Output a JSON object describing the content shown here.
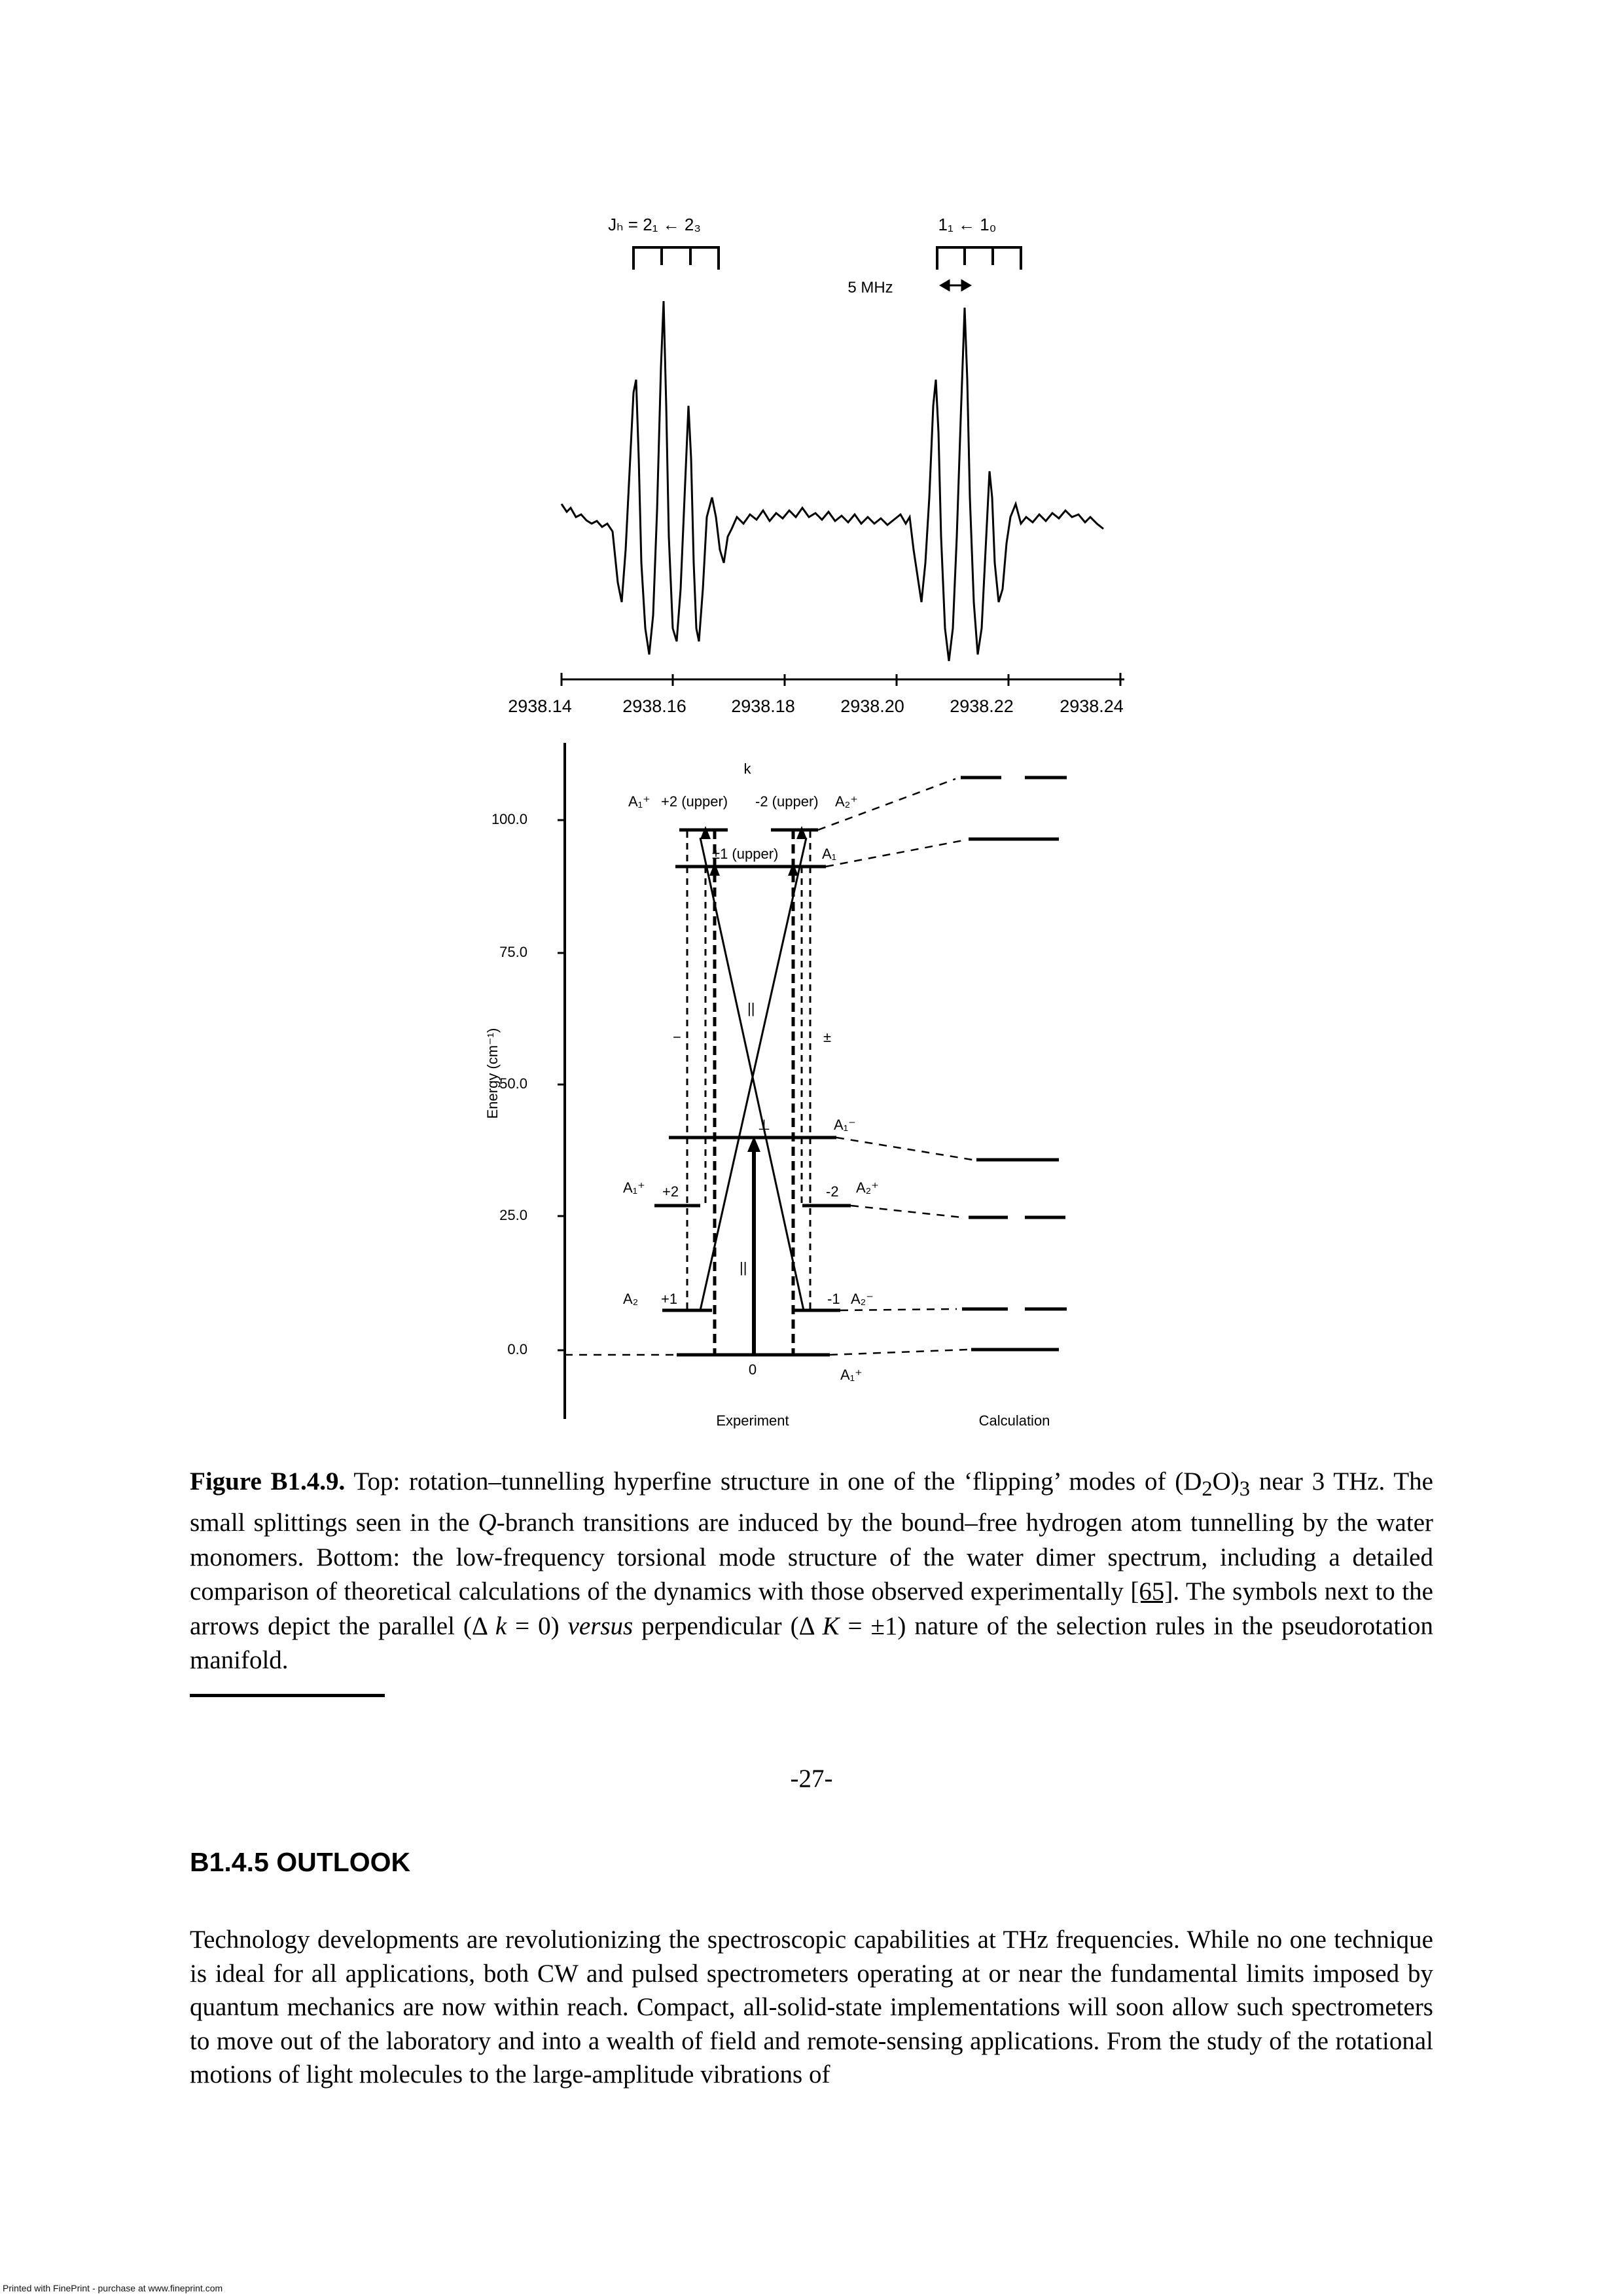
{
  "figure": {
    "top_panel": {
      "left_label": "Jₕ = 2₁ ← 2₃",
      "right_label": "1₁ ← 1₀",
      "scale_label": "5 MHz",
      "ticks": [
        "2938.14",
        "2938.16",
        "2938.18",
        "2938.20",
        "2938.22",
        "2938.24"
      ]
    },
    "bottom_panel": {
      "y_axis_label": "Energy (cm⁻¹)",
      "y_ticks": [
        "100.0",
        "75.0",
        "50.0",
        "25.0",
        "0.0"
      ],
      "labels": {
        "k": "k",
        "upper_A1": "A₁⁺",
        "plus2_upper": "+2 (upper)",
        "minus2_upper": "-2 (upper)",
        "upper_A2": "A₂⁺",
        "pm1_upper": "±1 (upper)",
        "A1_right": "A₁",
        "par_upper": "||",
        "minus_left": "−",
        "pm_right": "±",
        "mid_A1": "A₁⁻",
        "perp": "⊥",
        "left_A1": "A₁⁺",
        "plus2": "+2",
        "minus2": "-2",
        "right_A2": "A₂⁺",
        "par_lower": "||",
        "left_A2": "A₂",
        "plus1": "+1",
        "minus1": "-1",
        "right_A2b": "A₂⁻",
        "zero": "0",
        "bottom_A1": "A₁⁺",
        "experiment": "Experiment",
        "calculation": "Calculation"
      }
    }
  },
  "caption": {
    "label": "Figure B1.4.9.",
    "p1": " Top: rotation–tunnelling hyperfine structure in one of the ‘flipping’ modes of (D",
    "sub1": "2",
    "p2": "O)",
    "sub2": "3",
    "p3": " near 3 THz. The small splittings seen in the ",
    "q": "Q",
    "p4": "-branch transitions are induced by the bound–free hydrogen atom tunnelling by the water monomers. Bottom: the low-frequency torsional mode structure of the water dimer spectrum, including a detailed comparison of theoretical calculations of the dynamics with those observed experimentally ",
    "ref": "[65]",
    "p5": ". The symbols next to the arrows depict the parallel (Δ ",
    "k": "k",
    "p6": " = 0) ",
    "versus": "versus",
    "p7": " perpendicular (Δ ",
    "K": "K",
    "p8": " = ±1) nature of the selection rules in the pseudorotation manifold."
  },
  "page_number": "-27-",
  "section": {
    "heading": "B1.4.5 OUTLOOK",
    "body": "Technology developments are revolutionizing the spectroscopic capabilities at THz frequencies. While no one technique is ideal for all applications, both CW and pulsed spectrometers operating at or near the fundamental limits imposed by quantum mechanics are now within reach. Compact, all-solid-state implementations will soon allow such spectrometers to move out of the laboratory and into a wealth of field and remote-sensing applications. From the study of the rotational motions of light molecules to the large-amplitude vibrations of"
  },
  "footer": "Printed with FinePrint - purchase at www.fineprint.com"
}
